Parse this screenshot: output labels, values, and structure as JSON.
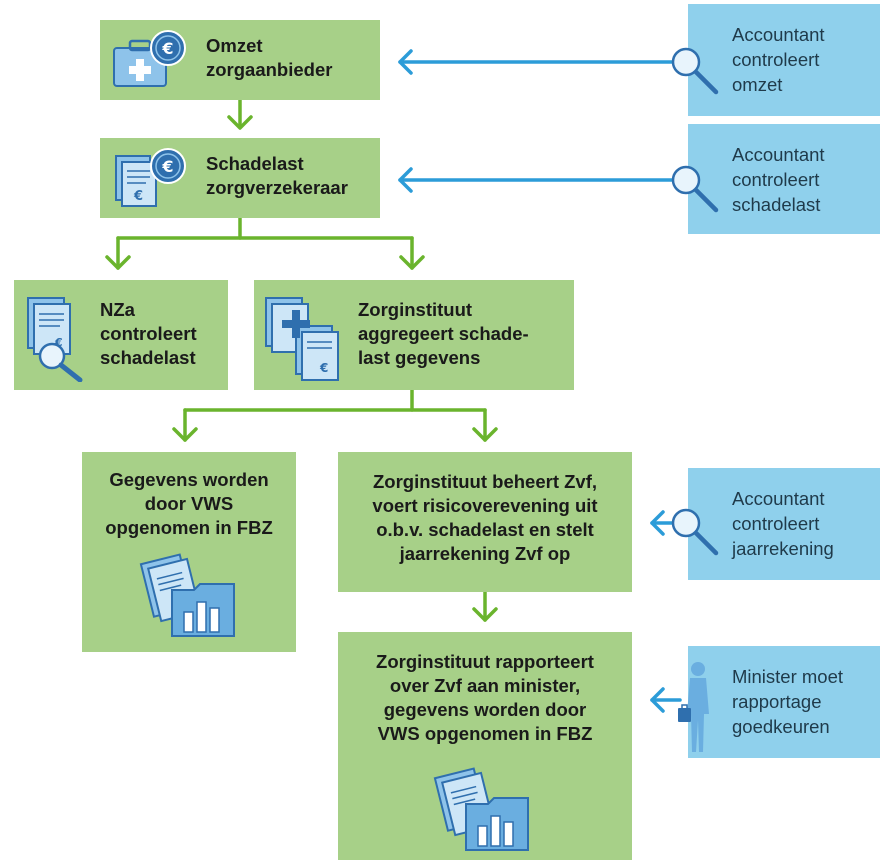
{
  "boxes": {
    "omzet": "Omzet\nzorgaanbieder",
    "schadelast": "Schadelast\nzorgverzekeraar",
    "nza": "NZa\ncontroleert\nschadelast",
    "aggregeert": "Zorginstituut\naggregeert schade-\nlast gegevens",
    "fbz": "Gegevens worden\ndoor VWS\nopgenomen in FBZ",
    "beheert": "Zorginstituut beheert Zvf,\nvoert risicoverevening uit\no.b.v. schadelast en stelt\njaarrekening Zvf op",
    "rapporteert": "Zorginstituut rapporteert\nover Zvf aan minister,\ngegevens worden door\nVWS opgenomen in FBZ"
  },
  "side_notes": {
    "omzet": "Accountant\ncontroleert\nomzet",
    "schadelast": "Accountant\ncontroleert\nschadelast",
    "jaarrekening": "Accountant\ncontroleert\njaarrekening",
    "minister": "Minister moet\nrapportage\ngoedkeuren"
  },
  "icons": [
    "medical-case-euro-icon",
    "documents-euro-icon",
    "document-magnifier-icon",
    "documents-plus-icon",
    "documents-chart-icon",
    "magnifier-icon",
    "person-briefcase-icon"
  ],
  "colors": {
    "green_box": "#a7d088",
    "blue_box": "#8fd0ec",
    "green_arrow": "#6ab42d",
    "blue_arrow": "#2c9cd8",
    "icon_blue": "#6aaee0",
    "icon_dark": "#2f6fae"
  }
}
